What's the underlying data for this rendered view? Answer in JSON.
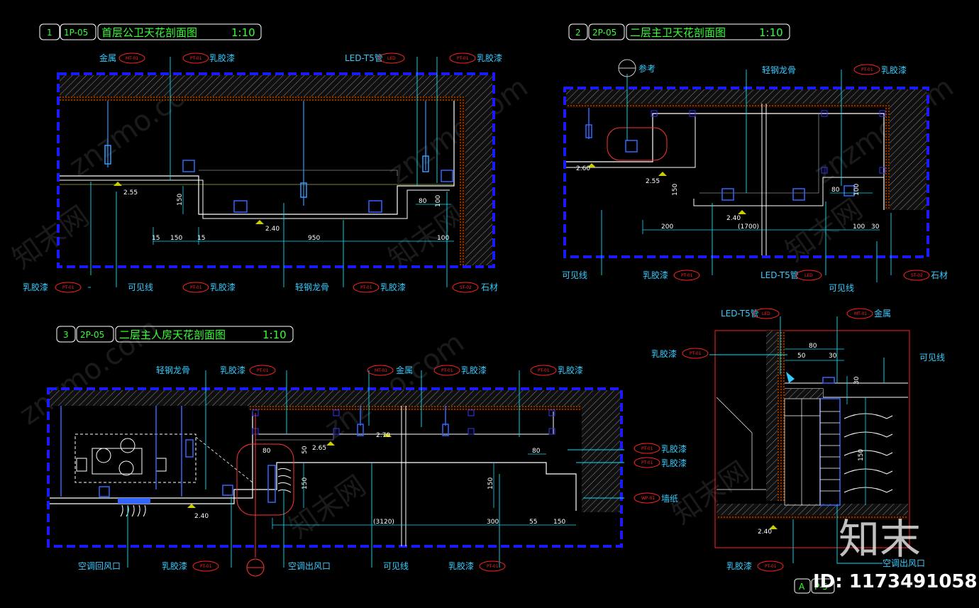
{
  "sections": [
    {
      "number": "1",
      "code": "1P-05",
      "title": "首层公卫天花剖面图",
      "scale": "1:10"
    },
    {
      "number": "2",
      "code": "2P-05",
      "title": "二层主卫天花剖面图",
      "scale": "1:10"
    },
    {
      "number": "3",
      "code": "2P-05",
      "title": "二层主人房天花剖面图",
      "scale": "1:10"
    }
  ],
  "labels1": {
    "metal": "金属",
    "latex_top": "乳胶漆",
    "led_top": "LED-T5管",
    "latex_top_right": "乳胶漆",
    "latex_bl": "乳胶漆",
    "visible_line": "可见线",
    "latex_bm": "乳胶漆",
    "steel_keel": "轻钢龙骨",
    "latex_br": "乳胶漆",
    "stone": "石材"
  },
  "labels2": {
    "ref": "参考",
    "steel_keel": "轻钢龙骨",
    "latex_top": "乳胶漆",
    "visible_line_l": "可见线",
    "latex_b": "乳胶漆",
    "led": "LED-T5管",
    "visible_line_r": "可见线",
    "stone": "石材"
  },
  "labels3": {
    "steel_keel": "轻钢龙骨",
    "latex_1": "乳胶漆",
    "metal": "金属",
    "latex_2": "乳胶漆",
    "latex_3": "乳胶漆",
    "latex_r1": "乳胶漆",
    "latex_r2": "乳胶漆",
    "wallpaper": "墙纸",
    "ac_return": "空调回风口",
    "latex_b1": "乳胶漆",
    "ac_outlet": "空调出风口",
    "visible_line": "可见线",
    "latex_b2": "乳胶漆"
  },
  "labels4": {
    "led": "LED-T5管",
    "metal": "金属",
    "latex_l": "乳胶漆",
    "visible_line": "可见线",
    "latex_b": "乳胶漆"
  },
  "dims1": {
    "h1": "2.55",
    "h2": "2.40",
    "d150a": "150",
    "d950": "950",
    "d100": "100",
    "v150": "150",
    "d80": "80",
    "v100": "100",
    "s15a": "15",
    "s15b": "15"
  },
  "dims2": {
    "h1": "2.60",
    "h2": "2.55",
    "h3": "2.40",
    "d200": "200",
    "d1700": "(1700)",
    "d100": "100",
    "d30": "30",
    "d80": "80",
    "v150": "150",
    "v100": "100"
  },
  "dims3": {
    "h1": "2.65",
    "h2": "2.70",
    "h3": "2.40",
    "d80a": "80",
    "v50": "50",
    "v150": "150",
    "d3120": "(3120)",
    "d300": "300",
    "d55": "55",
    "d150": "150",
    "d80b": "80",
    "v150b": "150"
  },
  "dims4": {
    "d80": "80",
    "d50": "50",
    "d30": "30",
    "v150": "150",
    "v30": "30",
    "h": "2.40"
  },
  "material_codes": {
    "metal": "MT-01",
    "latex": "PT-01",
    "led": "LED",
    "stone": "ST-02",
    "wallpaper": "WP-01"
  },
  "sheet": {
    "letter": "A",
    "code": "P-5"
  },
  "watermark": {
    "brand": "知末",
    "id_text": "ID: 1173491058",
    "site": "znzmo.com",
    "cn": "知末网"
  },
  "colors": {
    "background": "#000000",
    "frame": "#1a1aff",
    "title": "#33ff33",
    "label": "#33ccff",
    "leader": "#00e5ff",
    "tag": "#ff2222",
    "dimension": "#ffffff",
    "wall": "#ff6a00",
    "hatch": "#7a7a7a"
  }
}
